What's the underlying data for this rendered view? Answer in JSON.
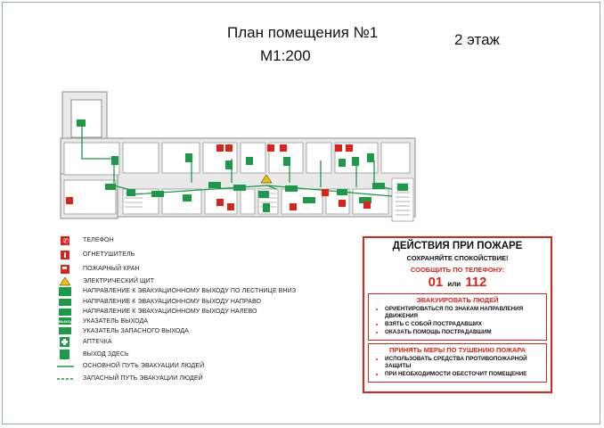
{
  "header": {
    "title": "План помещения №1",
    "scale": "М1:200",
    "floor": "2 этаж"
  },
  "legend": {
    "items": [
      {
        "icon": "phone-icon",
        "color": "#d9241c",
        "label": "ТЕЛЕФОН"
      },
      {
        "icon": "fire-extinguisher-icon",
        "color": "#d9241c",
        "label": "ОГНЕТУШИТЕЛЬ"
      },
      {
        "icon": "fire-hydrant-icon",
        "color": "#d9241c",
        "label": "ПОЖАРНЫЙ КРАН"
      },
      {
        "icon": "electrical-panel-icon",
        "color": "#f2c200",
        "label": "ЭЛЕКТРИЧЕСКИЙ ЩИТ"
      },
      {
        "icon": "stairs-down-arrow-icon",
        "color": "#1c9a48",
        "label": "НАПРАВЛЕНИЕ К ЭВАКУАЦИОННОМУ ВЫХОДУ ПО ЛЕСТНИЦЕ ВНИЗ"
      },
      {
        "icon": "arrow-right-icon",
        "color": "#1c9a48",
        "label": "НАПРАВЛЕНИЕ К ЭВАКУАЦИОННОМУ ВЫХОДУ НАПРАВО"
      },
      {
        "icon": "arrow-left-icon",
        "color": "#1c9a48",
        "label": "НАПРАВЛЕНИЕ К ЭВАКУАЦИОННОМУ ВЫХОДУ НАЛЕВО"
      },
      {
        "icon": "exit-sign-icon",
        "color": "#1c9a48",
        "label": "УКАЗАТЕЛЬ ВЫХОДА",
        "badge": "ВЫХОД"
      },
      {
        "icon": "emergency-exit-sign-icon",
        "color": "#1c9a48",
        "label": "УКАЗАТЕЛЬ ЗАПАСНОГО ВЫХОДА"
      },
      {
        "icon": "first-aid-icon",
        "color": "#1c9a48",
        "label": "АПТЕЧКА"
      },
      {
        "icon": "exit-here-icon",
        "color": "#1c9a48",
        "label": "ВЫХОД ЗДЕСЬ"
      },
      {
        "icon": "solid-line-icon",
        "color": "#1c9a48",
        "label": "ОСНОВНОЙ ПУТЬ  ЭВАКУАЦИИ ЛЮДЕЙ"
      },
      {
        "icon": "dashed-line-icon",
        "color": "#1c9a48",
        "label": "ЗАПАСНЫЙ ПУТЬ  ЭВАКУАЦИИ ЛЮДЕЙ"
      }
    ]
  },
  "fire_actions": {
    "title": "ДЕЙСТВИЯ ПРИ ПОЖАРЕ",
    "calm": "СОХРАНЯЙТЕ СПОКОЙСТВИЕ!",
    "call": "СООБЩИТЬ ПО ТЕЛЕФОНУ:",
    "number1": "01",
    "or": "или",
    "number2": "112",
    "evacuate": {
      "title": "ЭВАКУИРОВАТЬ ЛЮДЕЙ",
      "items": [
        "ОРИЕНТИРОВАТЬСЯ ПО ЗНАКАМ НАПРАВЛЕНИЯ ДВИЖЕНИЯ",
        "ВЗЯТЬ С СОБОЙ ПОСТРАДАВШИХ",
        "ОКАЗАТЬ ПОМОЩЬ ПОСТРАДАВШИМ"
      ]
    },
    "extinguish": {
      "title": "ПРИНЯТЬ МЕРЫ ПО ТУШЕНИЮ ПОЖАРА",
      "items": [
        "ИСПОЛЬЗОВАТЬ СРЕДСТВА ПРОТИВОПОЖАРНОЙ ЗАЩИТЫ",
        "ПРИ НЕОБХОДИМОСТИ ОБЕСТОЧИТ ПОМЕЩЕНИЕ"
      ]
    }
  },
  "colors": {
    "wall": "#c8c8c8",
    "red": "#d9241c",
    "green": "#1c9a48"
  }
}
